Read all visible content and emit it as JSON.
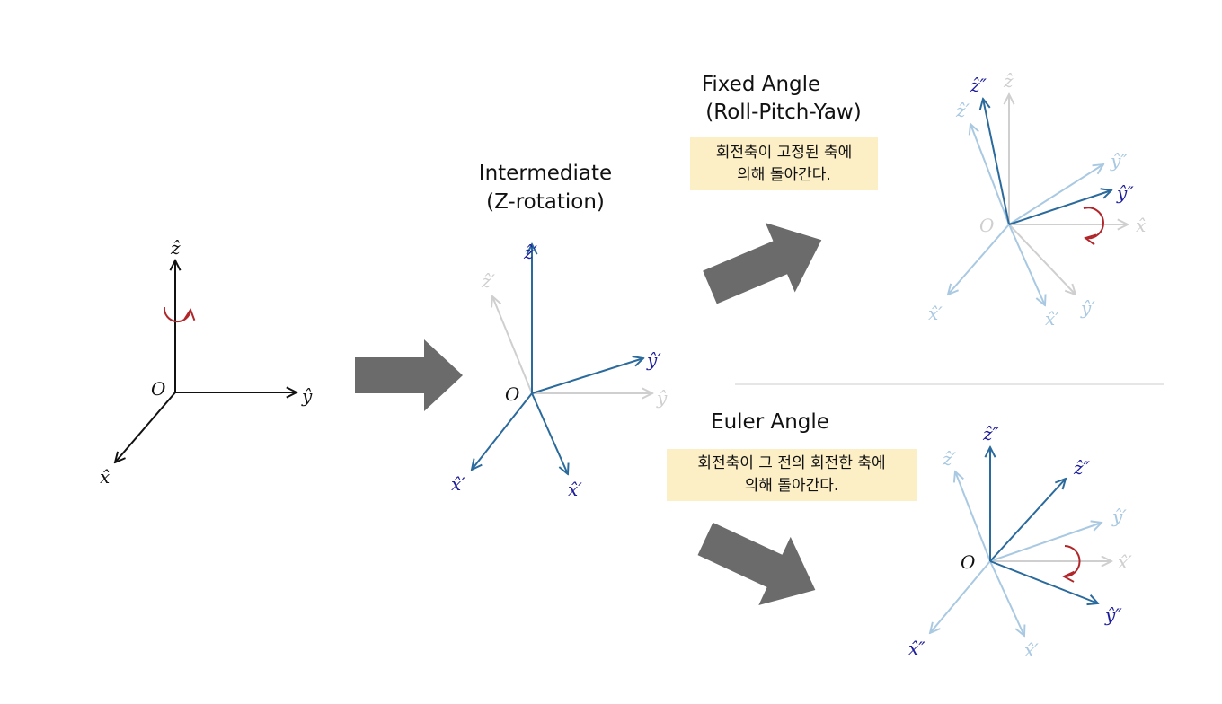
{
  "colors": {
    "dark": "#2b6a9c",
    "light": "#a9c9e2",
    "grey": "#cfcfcf",
    "label": "#1d1d9c",
    "red": "#b0262a",
    "arrow": "#6b6b6b",
    "note_bg": "#fcefc6"
  },
  "original": {
    "origin": "O",
    "z": "ẑ",
    "y": "ŷ",
    "x": "x̂"
  },
  "intermediate": {
    "title_line1": "Intermediate",
    "title_line2": "(Z-rotation)",
    "origin": "O",
    "z_old": "ẑ′",
    "z_new": "ẑ′",
    "y_new": "ŷ′",
    "y_old": "ŷ",
    "x_new1": "x̂′",
    "x_new2": "x̂′"
  },
  "fixed": {
    "title_line1": "Fixed Angle",
    "title_line2": "(Roll-Pitch-Yaw)",
    "note_line1": "회전축이 고정된 축에",
    "note_line2": "의해 돌아간다.",
    "origin": "O",
    "z": "ẑ",
    "z2": "ẑ″",
    "z1": "ẑ′",
    "y2_light": "ŷ″",
    "y2_dark": "ŷ″",
    "x": "x̂",
    "x1a": "x̂′",
    "x1b": "x̂′",
    "y1": "ŷ′"
  },
  "euler": {
    "title": "Euler Angle",
    "note_line1": "회전축이 그 전의 회전한 축에",
    "note_line2": "의해 돌아간다.",
    "origin": "O",
    "z2a": "ẑ″",
    "z1": "ẑ′",
    "z2b": "ẑ″",
    "y1": "ŷ′",
    "x1": "x̂′",
    "y2": "ŷ″",
    "x2": "x̂″",
    "x1b": "x̂′"
  }
}
